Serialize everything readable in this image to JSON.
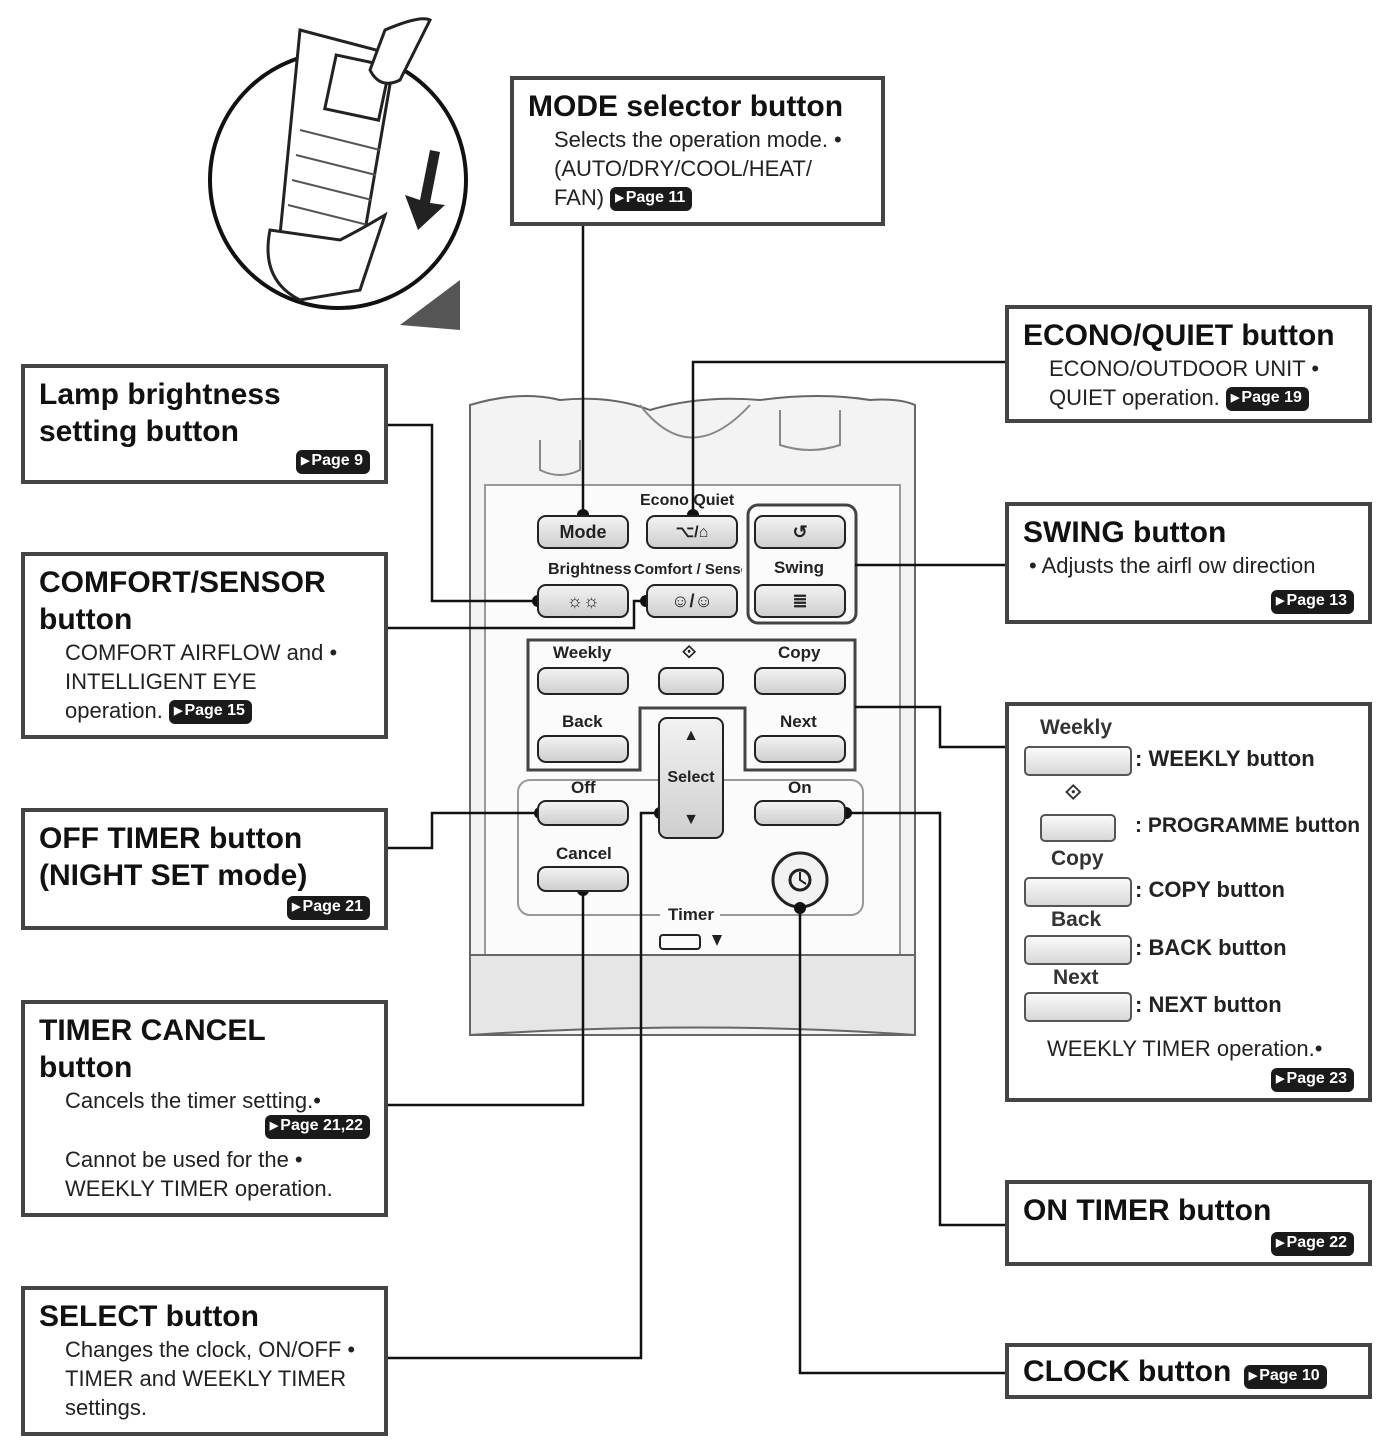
{
  "mode_box": {
    "title": "MODE selector button",
    "line1": "Selects the operation mode. •",
    "line2": "(AUTO/DRY/COOL/HEAT/",
    "line3": "FAN)",
    "page": "Page 11"
  },
  "econo_box": {
    "title": "ECONO/QUIET button",
    "line1": "ECONO/OUTDOOR UNIT •",
    "line2": "QUIET operation.",
    "page": "Page 19"
  },
  "lamp_box": {
    "title1": "Lamp brightness",
    "title2": "setting button",
    "page": "Page 9"
  },
  "comfort_box": {
    "title1": "COMFORT/SENSOR",
    "title2": "button",
    "line1": "COMFORT AIRFLOW and •",
    "line2": "INTELLIGENT EYE",
    "line3": "operation.",
    "page": "Page 15"
  },
  "swing_box": {
    "title": "SWING button",
    "line1": "•  Adjusts the airfl ow direction",
    "page": "Page 13"
  },
  "weekly_box": {
    "weekly_label": "Weekly",
    "weekly_desc": ": WEEKLY button",
    "programme_desc": ": PROGRAMME button",
    "copy_label": "Copy",
    "copy_desc": ": COPY button",
    "back_label": "Back",
    "back_desc": ": BACK button",
    "next_label": "Next",
    "next_desc": ": NEXT button",
    "line1": "WEEKLY TIMER operation.•",
    "page": "Page 23"
  },
  "off_timer_box": {
    "title1": "OFF TIMER button",
    "title2": "(NIGHT SET mode)",
    "page": "Page 21"
  },
  "timer_cancel_box": {
    "title1": "TIMER CANCEL",
    "title2": "button",
    "line1": "Cancels the timer setting.•",
    "page": "Page 21,22",
    "line2": "Cannot be used for the •",
    "line3": "WEEKLY TIMER operation."
  },
  "on_timer_box": {
    "title": "ON TIMER button",
    "page": "Page 22"
  },
  "select_box": {
    "title": "SELECT button",
    "line1": "Changes the clock, ON/OFF •",
    "line2": "TIMER and WEEKLY TIMER",
    "line3": "settings."
  },
  "clock_box": {
    "title": "CLOCK button",
    "page": "Page 10"
  },
  "remote": {
    "econo_quiet_label": "Econo  Quiet",
    "mode": "Mode",
    "brightness": "Brightness",
    "comfort_sensor": "Comfort / Sensor",
    "swing": "Swing",
    "weekly": "Weekly",
    "copy": "Copy",
    "back": "Back",
    "next": "Next",
    "select": "Select",
    "off": "Off",
    "on": "On",
    "cancel": "Cancel",
    "timer": "Timer"
  }
}
